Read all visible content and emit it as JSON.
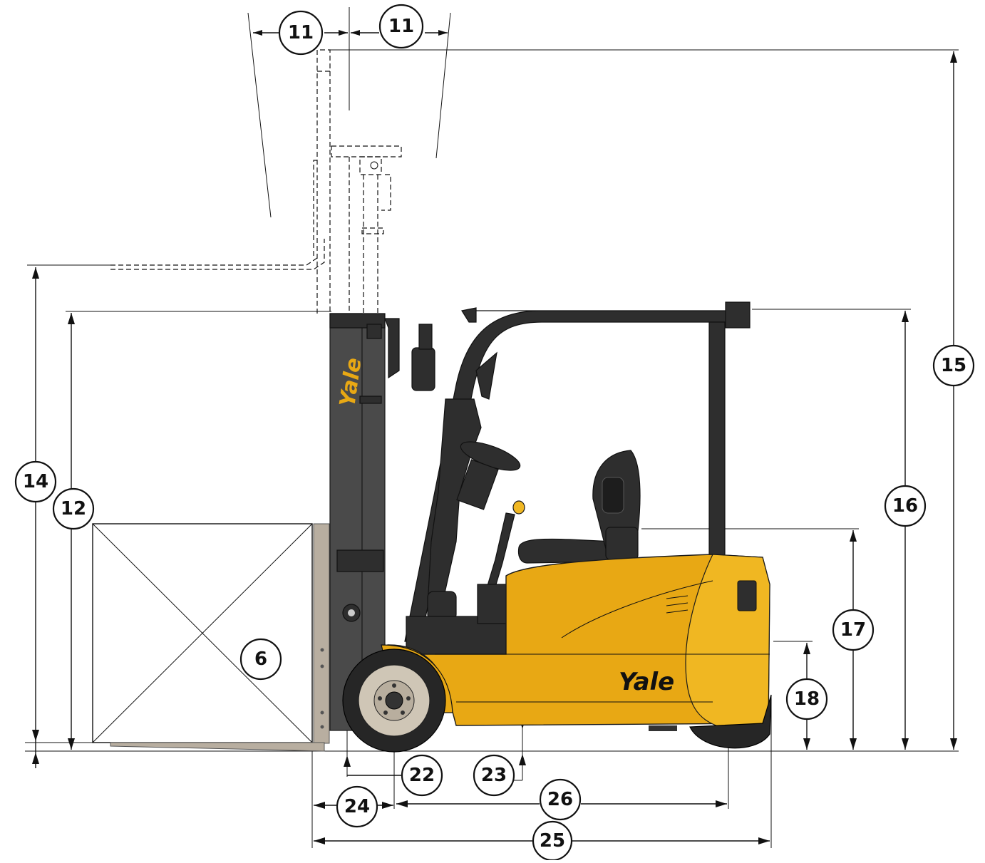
{
  "brand": {
    "mast_logo": "Yale",
    "body_logo": "Yale",
    "accent_color": "#e8a814",
    "mast_color": "#4a4a4a"
  },
  "callouts": [
    {
      "id": "11-left",
      "label": "11"
    },
    {
      "id": "11-right",
      "label": "11"
    },
    {
      "id": "15",
      "label": "15"
    },
    {
      "id": "14",
      "label": "14"
    },
    {
      "id": "12",
      "label": "12"
    },
    {
      "id": "16",
      "label": "16"
    },
    {
      "id": "17",
      "label": "17"
    },
    {
      "id": "18",
      "label": "18"
    },
    {
      "id": "6",
      "label": "6"
    },
    {
      "id": "22",
      "label": "22"
    },
    {
      "id": "23",
      "label": "23"
    },
    {
      "id": "24",
      "label": "24"
    },
    {
      "id": "26",
      "label": "26"
    },
    {
      "id": "25",
      "label": "25"
    }
  ]
}
